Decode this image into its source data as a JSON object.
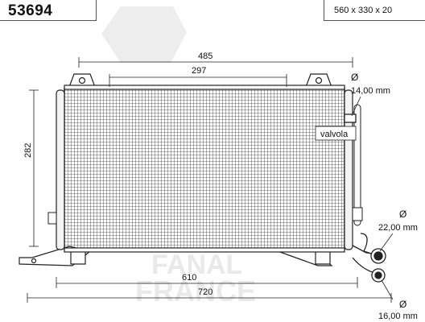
{
  "header": {
    "product_code": "53694",
    "overall_dimensions": "560 x 330 x 20"
  },
  "dimensions": {
    "top_outer_width": "485",
    "top_inner_width": "297",
    "core_height": "282",
    "bottom_inner_width": "610",
    "bottom_outer_width": "720"
  },
  "callouts": {
    "valve_label": "valvola",
    "port_top": "14,00 mm",
    "port_mid": "22,00 mm",
    "port_bottom": "16,00 mm",
    "diameter_symbol": "Ø"
  },
  "watermark": {
    "line1": "FANAL",
    "line2": "FRANCE"
  }
}
